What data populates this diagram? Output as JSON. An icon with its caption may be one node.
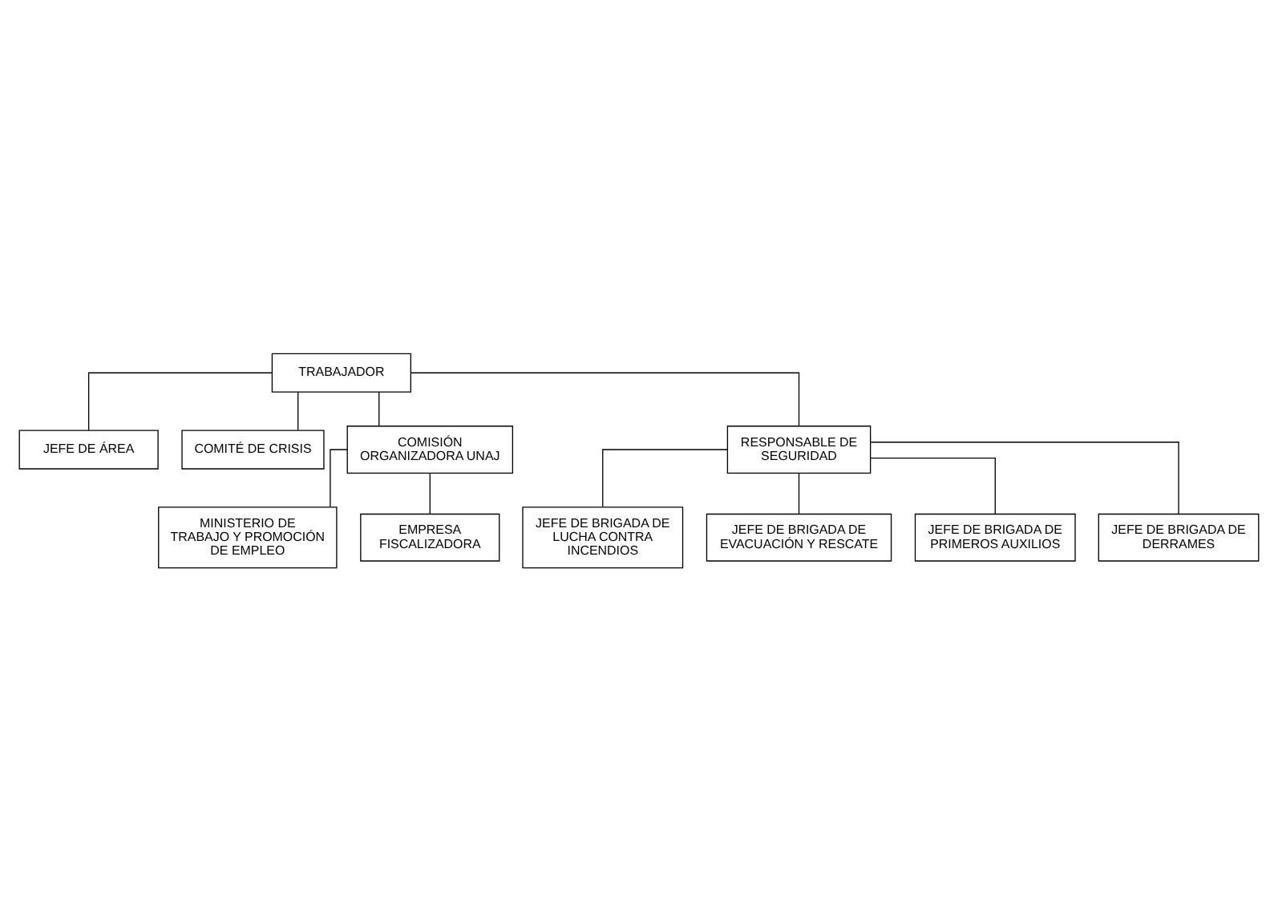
{
  "diagram": {
    "nodes": [
      {
        "text": [
          "TRABAJADOR"
        ]
      },
      {
        "text": [
          "JEFE DE ÁREA"
        ]
      },
      {
        "text": [
          "COMITÉ DE CRISIS"
        ]
      },
      {
        "text": [
          "COMISIÓN ORGANIZADORA UNAJ"
        ]
      },
      {
        "text": [
          "RESPONSABLE DE SEGURIDAD"
        ]
      },
      {
        "text": [
          "MINISTERIO DE TRABAJO Y PROMOCIÓN DE EMPLEO"
        ]
      },
      {
        "text": [
          "EMPRESA FISCALIZADORA"
        ]
      },
      {
        "text": [
          "JEFE DE BRIGADA DE LUCHA CONTRA INCENDIOS"
        ]
      },
      {
        "text": [
          "JEFE DE BRIGADA DE EVACUACIÓN Y RESCATE"
        ]
      },
      {
        "text": [
          "JEFE DE BRIGADA DE PRIMEROS AUXILIOS"
        ]
      },
      {
        "text": [
          "JEFE DE BRIGADA DE DERRAMES"
        ]
      }
    ],
    "edges": [
      {
        "from": 0,
        "to": 1,
        "arrow": "none"
      },
      {
        "from": 0,
        "to": 2,
        "arrow": "none"
      },
      {
        "from": 0,
        "to": 3,
        "arrow": "none"
      },
      {
        "from": 0,
        "to": 4,
        "arrow": "none"
      },
      {
        "from": 3,
        "to": 5,
        "arrow": "none"
      },
      {
        "from": 3,
        "to": 6,
        "arrow": "none"
      },
      {
        "from": 4,
        "to": 7,
        "arrow": "none"
      },
      {
        "from": 4,
        "to": 8,
        "arrow": "none"
      },
      {
        "from": 4,
        "to": 9,
        "arrow": "none"
      },
      {
        "from": 4,
        "to": 10,
        "arrow": "none"
      }
    ]
  }
}
